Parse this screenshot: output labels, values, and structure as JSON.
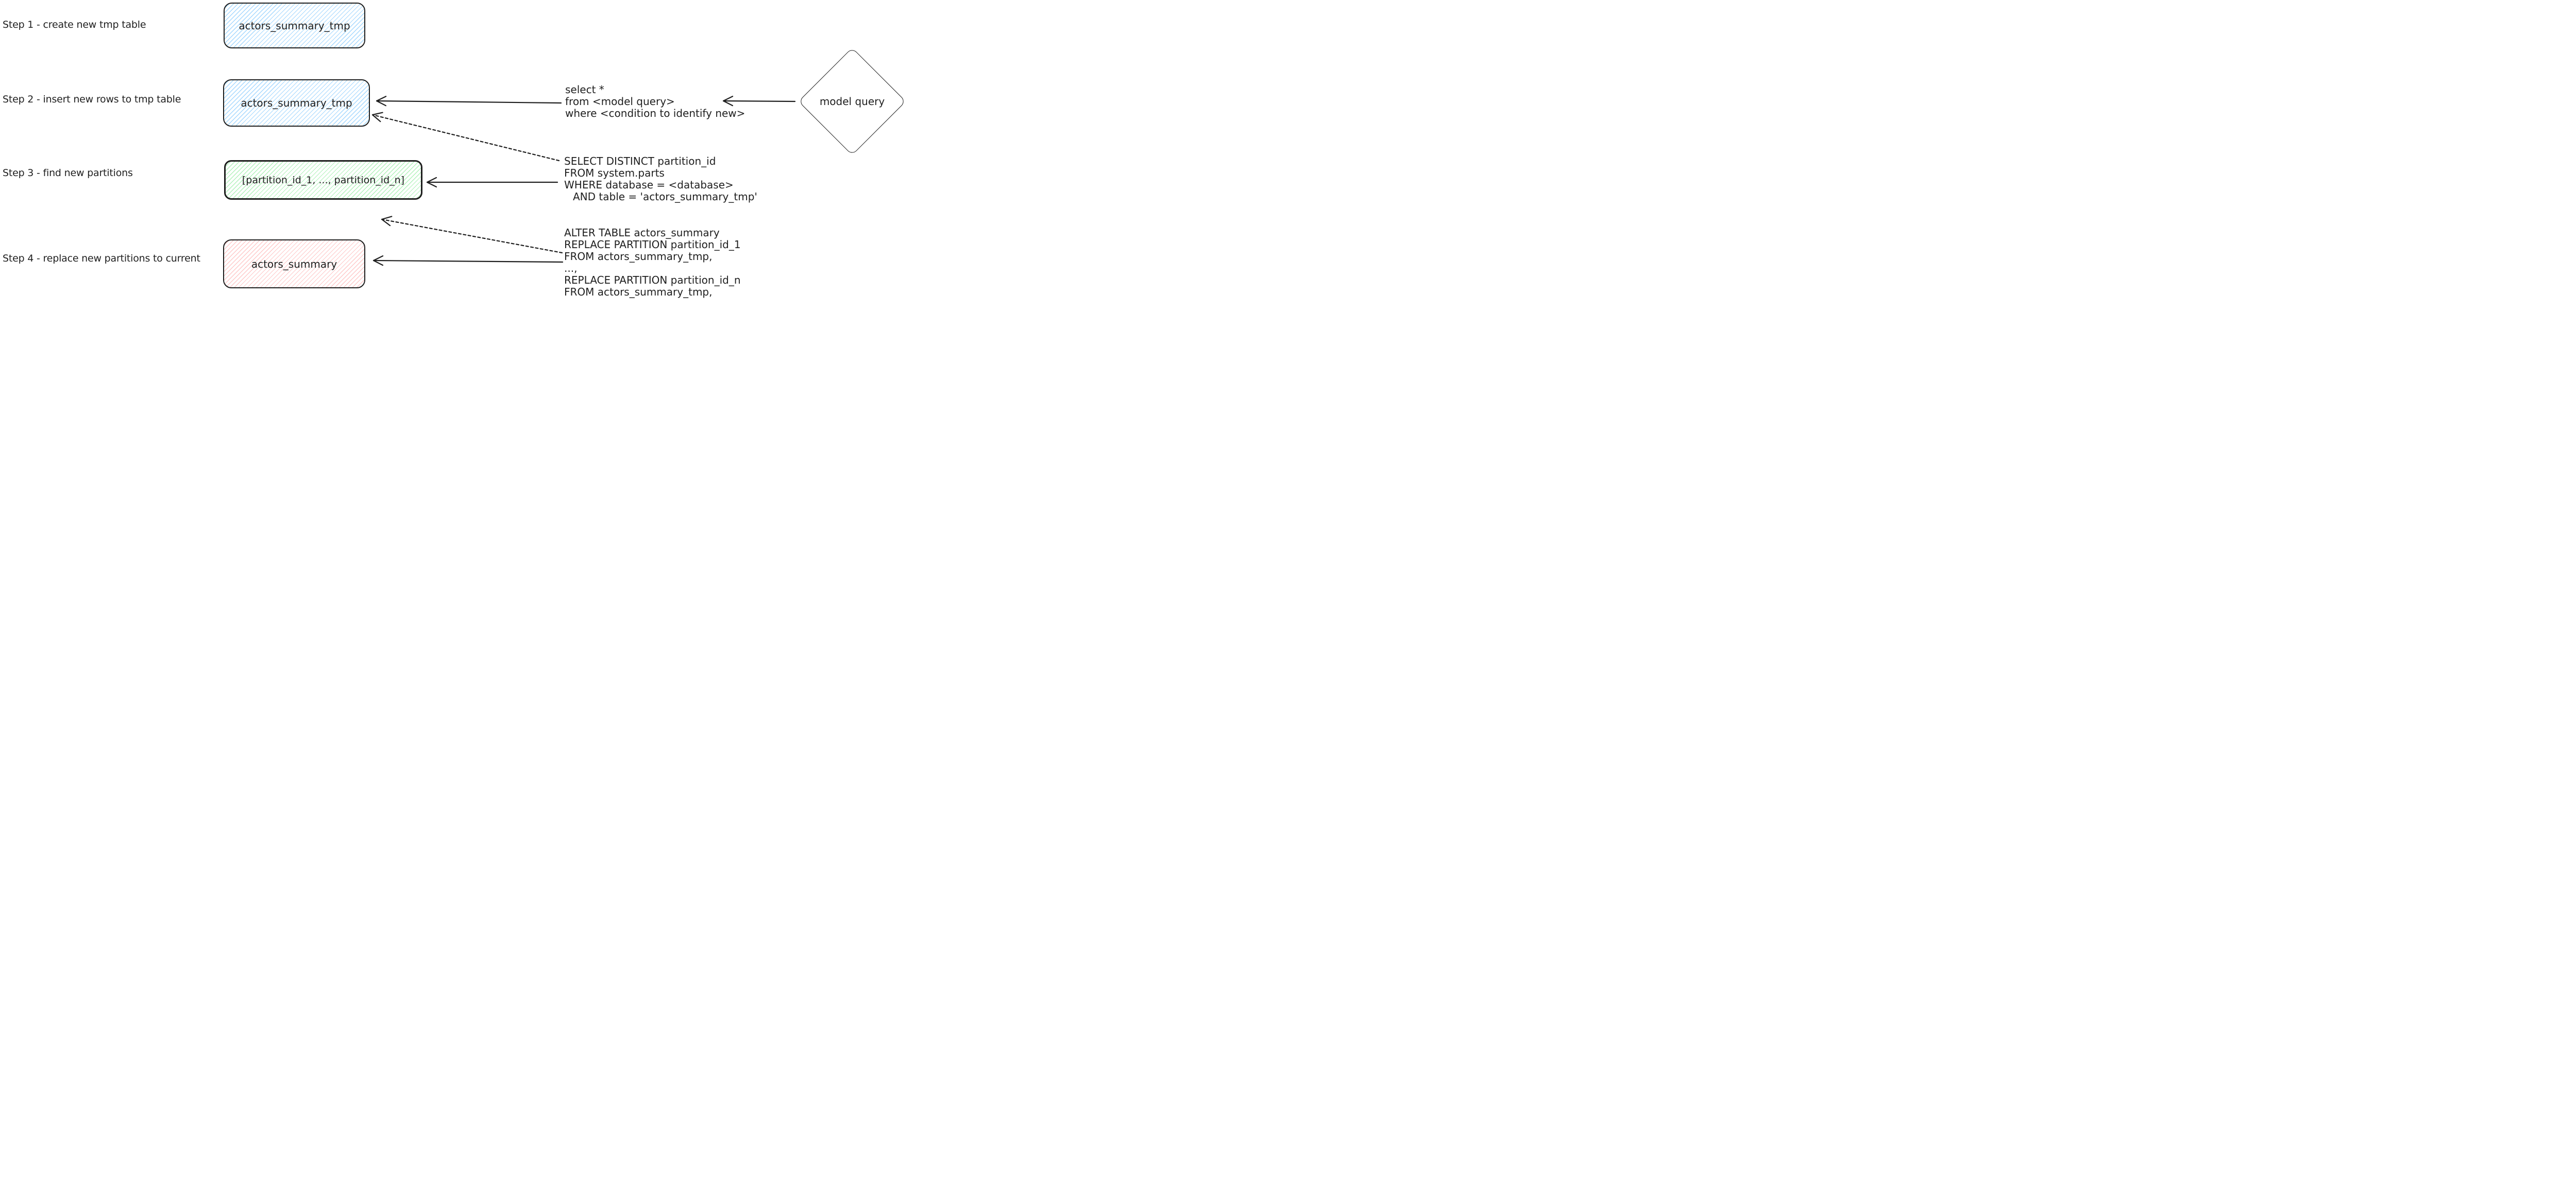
{
  "diagram": {
    "steps": [
      {
        "label": "Step 1 - create new tmp table",
        "node": "actors_summary_tmp"
      },
      {
        "label": "Step 2 - insert new rows to tmp table",
        "node": "actors_summary_tmp"
      },
      {
        "label": "Step 3 - find new partitions",
        "node": "[partition_id_1, ..., partition_id_n]"
      },
      {
        "label": "Step 4 - replace new partitions to current",
        "node": "actors_summary"
      }
    ],
    "source": {
      "label": "model query"
    },
    "queries": {
      "step2": [
        "select *",
        "from <model query>",
        "where <condition to identify new>"
      ],
      "step3": [
        "SELECT DISTINCT partition_id",
        "FROM system.parts",
        "WHERE database = <database>",
        "AND table = 'actors_summary_tmp'"
      ],
      "step4": [
        "ALTER TABLE actors_summary",
        "REPLACE PARTITION partition_id_1",
        "FROM actors_summary_tmp,",
        "...,",
        "REPLACE PARTITION partition_id_n",
        "FROM actors_summary_tmp,"
      ]
    },
    "colors": {
      "tmp_table_fill": "#a5d8ff",
      "partitions_fill": "#b2f2bb",
      "current_table_fill": "#ffc9c9",
      "ink": "#1e1e1e"
    }
  }
}
